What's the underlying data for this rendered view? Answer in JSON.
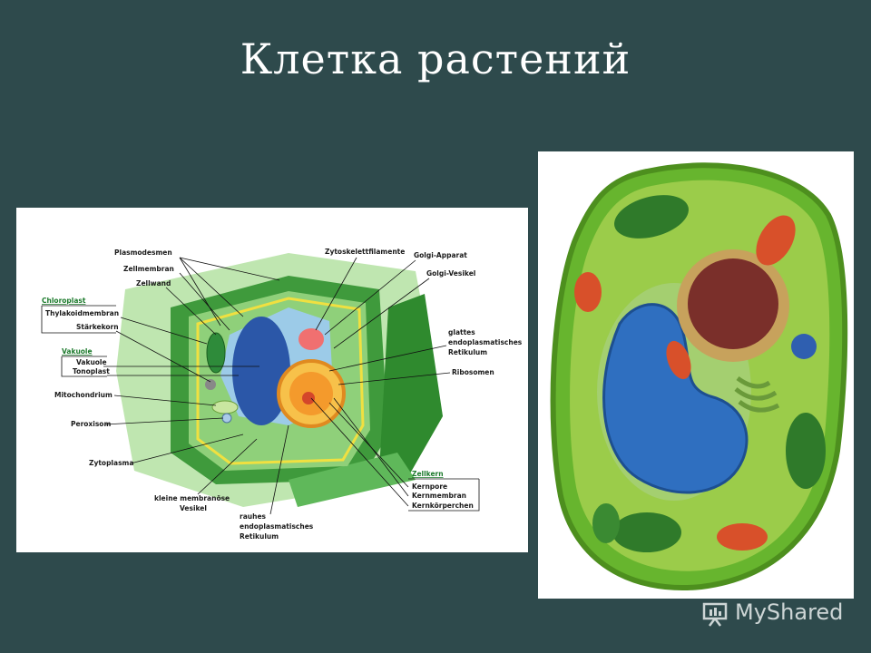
{
  "title": "Клетка растений",
  "diagram": {
    "labels": {
      "plasmodesmen": "Plasmodesmen",
      "zellmembran": "Zellmembran",
      "zellwand": "Zellwand",
      "chloroplast": "Chloroplast",
      "thylakoidmembran": "Thylakoidmembran",
      "staerkekorn": "Stärkekorn",
      "vakuole_group": "Vakuole",
      "vakuole": "Vakuole",
      "tonoplast": "Tonoplast",
      "mitochondrium": "Mitochondrium",
      "peroxisom": "Peroxisom",
      "zytoplasma": "Zytoplasma",
      "kleine_vesikel_1": "kleine membranöse",
      "kleine_vesikel_2": "Vesikel",
      "rauhes_er_1": "rauhes",
      "rauhes_er_2": "endoplasmatisches",
      "rauhes_er_3": "Retikulum",
      "zytoskelett": "Zytoskelettfilamente",
      "golgi_apparat": "Golgi-Apparat",
      "golgi_vesikel": "Golgi-Vesikel",
      "glattes_er_1": "glattes",
      "glattes_er_2": "endoplasmatisches",
      "glattes_er_3": "Retikulum",
      "ribosomen": "Ribosomen",
      "zellkern": "Zellkern",
      "kernpore": "Kernpore",
      "kernmembran": "Kernmembran",
      "kernkoerperchen": "Kernkörperchen"
    }
  },
  "watermark": {
    "text": "MyShared"
  },
  "colors": {
    "background": "#2e4a4c",
    "cell_green": "#3f9a3c",
    "vacuole_blue": "#2b57a8",
    "nucleus_orange": "#f0a030"
  }
}
